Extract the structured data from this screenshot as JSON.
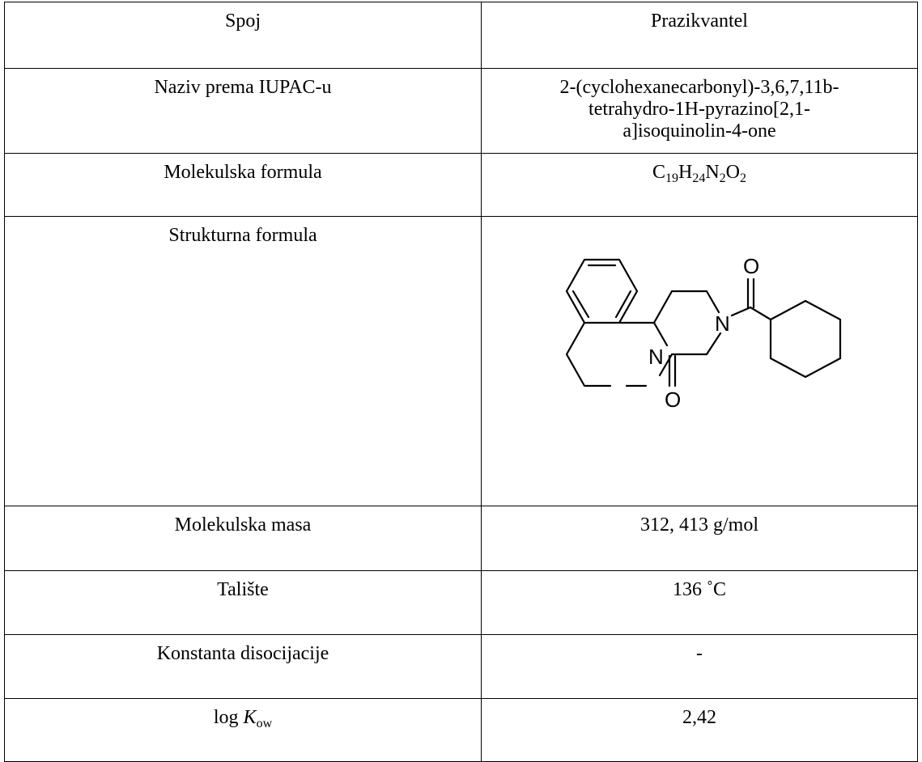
{
  "table": {
    "rows": [
      {
        "label": "Spoj",
        "value": "Prazikvantel"
      },
      {
        "label": "Naziv prema IUPAC-u",
        "value_lines": [
          "2-(cyclohexanecarbonyl)-3,6,7,11b-",
          "tetrahydro-1H-pyrazino[2,1-",
          "a]isoquinolin-4-one"
        ]
      },
      {
        "label": "Molekulska formula",
        "formula": {
          "parts": [
            {
              "t": "C",
              "sub": "19"
            },
            {
              "t": "H",
              "sub": "24"
            },
            {
              "t": "N",
              "sub": "2"
            },
            {
              "t": "O",
              "sub": "2"
            }
          ]
        }
      },
      {
        "label": "Strukturna formula",
        "structure": {
          "atoms": {
            "o_top": "O",
            "n_right": "N",
            "n_left": "N",
            "o_bottom": "O"
          }
        }
      },
      {
        "label": "Molekulska masa",
        "value": "312, 413 g/mol"
      },
      {
        "label": "Talište",
        "value": "136 ˚C"
      },
      {
        "label": "Konstanta disocijacije",
        "value": "-"
      },
      {
        "label_prefix": "log ",
        "label_symbol": "K",
        "label_sub": "ow",
        "value": "2,42"
      }
    ]
  }
}
